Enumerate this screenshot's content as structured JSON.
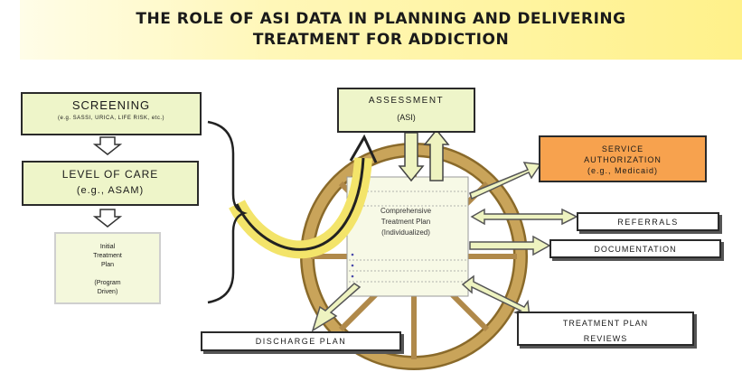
{
  "title": {
    "line1": "THE ROLE OF ASI DATA IN PLANNING AND DELIVERING",
    "line2": "TREATMENT FOR ADDICTION"
  },
  "screening": {
    "label": "SCREENING",
    "sublabel": "(e.g. SASSI, URICA, LIFE RISK, etc.)"
  },
  "level_of_care": {
    "label": "LEVEL OF CARE",
    "sublabel": "(e.g., ASAM)"
  },
  "initial_plan": {
    "lines": [
      "Initial",
      "Treatment",
      "Plan",
      "",
      "(Program",
      "Driven)"
    ]
  },
  "assessment": {
    "label": "ASSESSMENT",
    "sublabel": "(ASI)"
  },
  "service_authorization": {
    "lines": [
      "SERVICE",
      "AUTHORIZATION",
      "(e.g., Medicaid)"
    ]
  },
  "treatment_plan": {
    "lines": [
      "Comprehensive",
      "Treatment Plan",
      "(Individualized)"
    ]
  },
  "referrals": {
    "label": "REFERRALS"
  },
  "documentation": {
    "label": "DOCUMENTATION"
  },
  "reviews": {
    "lines": [
      "TREATMENT PLAN",
      "REVIEWS"
    ]
  },
  "discharge": {
    "label": "DISCHARGE PLAN"
  },
  "colors": {
    "title_band": "#fff18a",
    "box_green": "#eef5c9",
    "service_orange": "#f7a24e",
    "wheel_tan": "#c9a45a",
    "arrow_fill": "#eef3c0",
    "curve_yellow": "#f3e46a"
  }
}
